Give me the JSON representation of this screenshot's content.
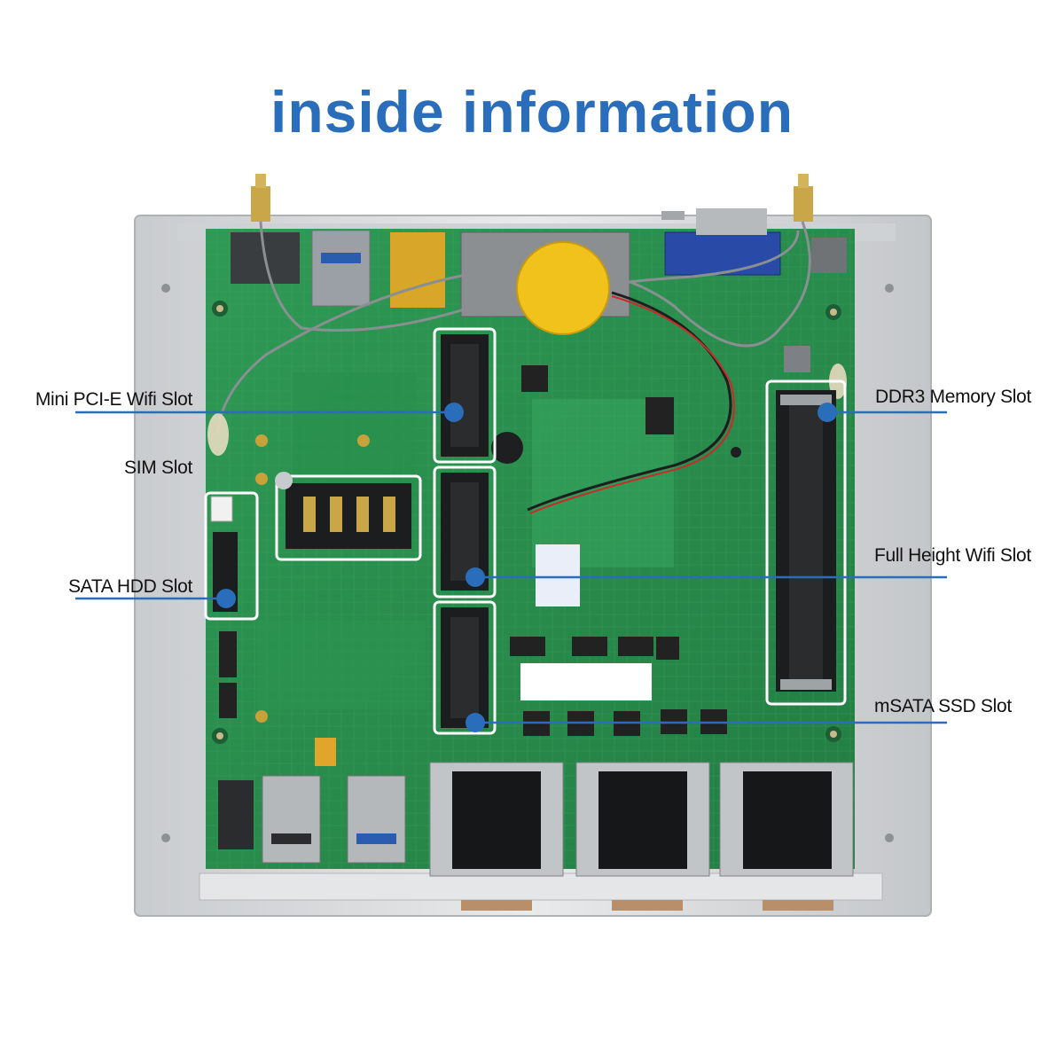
{
  "title": "inside information",
  "colors": {
    "title": "#2a6ebb",
    "leader_line": "#2a6ebb",
    "dot": "#2a6ebb",
    "board": "#2f9a55",
    "case": "#d9dcde",
    "highlight_box": "#ffffff"
  },
  "callouts": {
    "mini_pcie_wifi": "Mini PCI-E Wifi Slot",
    "sim": "SIM Slot",
    "sata_hdd": "SATA HDD Slot",
    "ddr3_memory": "DDR3 Memory Slot",
    "full_height_wifi": "Full Height Wifi Slot",
    "msata_ssd": "mSATA SSD Slot"
  }
}
